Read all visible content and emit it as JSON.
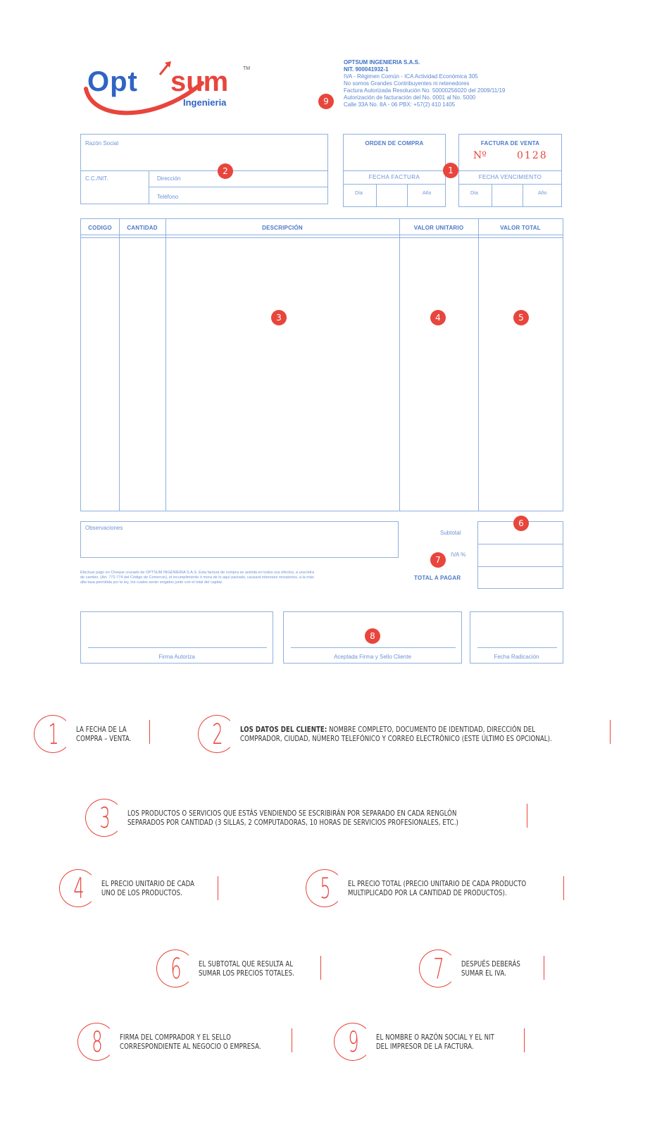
{
  "company": {
    "logo_opt": "Opt",
    "logo_sum": "sum",
    "logo_tm": "TM",
    "logo_sub": "Ingenieria",
    "name": "OPTSUM INGENIERIA S.A.S.",
    "nit": "NIT. 900041932-1",
    "info": [
      "IVA - Régimen Común - ICA Actividad Económica 305",
      "No somos Grandes Contribuyentes ni retenedores",
      "Factura Autorizada Resolución No. 50000256020 del 2009/11/19",
      "Autorización de facturación del No. 0001 al No. 5000",
      "Calle 33A No. 8A - 06 PBX: +57(2) 410 1405"
    ]
  },
  "client": {
    "razon_social": "Razón Social",
    "cc_nit": "C.C./NIT.",
    "direccion": "Dirección",
    "telefono": "Teléfono"
  },
  "order": {
    "orden_compra": "ORDEN DE COMPRA",
    "fecha_factura": "FECHA FACTURA",
    "dia": "Día",
    "ano": "Año"
  },
  "invoice": {
    "title": "FACTURA DE VENTA",
    "no_symbol": "Nº",
    "number": "0128",
    "fecha_vencimiento": "FECHA VENCIMIENTO",
    "dia": "Día",
    "ano": "Año"
  },
  "table": {
    "headers": [
      "CODIGO",
      "CANTIDAD",
      "DESCRIPCIÓN",
      "VALOR UNITARIO",
      "VALOR TOTAL"
    ]
  },
  "bottom": {
    "observaciones": "Observaciones",
    "subtotal": "Subtotal",
    "iva": "IVA %",
    "total": "TOTAL A PAGAR",
    "legal": [
      "Efectuar pago en Cheque cruzado de OPTSUM INGENIERIA S.A.S. Esta factura de compra se asimila en todos sus efectos, a una letra",
      "de cambio. (Art. 772-774 del Código de Comercio), el incumplimiento ó mora de lo aquí pactado, causará intereses moratorios, a la más",
      "alta tasa permitida por la ley, los cuales serán exigidos junto con el total del capital."
    ],
    "firma_autoriza": "Firma Autoriza",
    "aceptada": "Aceptada Firma y Sello Cliente",
    "fecha_radicacion": "Fecha Radicación"
  },
  "badges": [
    "1",
    "2",
    "3",
    "4",
    "5",
    "6",
    "7",
    "8",
    "9"
  ],
  "legend": {
    "l1": {
      "num": "1",
      "text_a": "LA FECHA DE LA",
      "text_b": "COMPRA – VENTA."
    },
    "l2": {
      "num": "2",
      "bold": "LOS DATOS DEL CLIENTE:",
      "text_a": " NOMBRE COMPLETO, DOCUMENTO DE IDENTIDAD, DIRECCIÓN DEL",
      "text_b": "COMPRADOR, CIUDAD, NÚMERO TELEFÓNICO Y CORREO ELECTRÓNICO (ESTE ÚLTIMO ES OPCIONAL)."
    },
    "l3": {
      "num": "3",
      "text_a": "LOS PRODUCTOS O SERVICIOS QUE ESTÁS VENDIENDO SE ESCRIBIRÁN POR SEPARADO EN CADA RENGLÓN",
      "text_b": "SEPARADOS POR CANTIDAD (3 SILLAS, 2 COMPUTADORAS, 10 HORAS DE SERVICIOS PROFESIONALES, ETC.)"
    },
    "l4": {
      "num": "4",
      "text_a": "EL PRECIO UNITARIO DE CADA",
      "text_b": "UNO DE LOS PRODUCTOS."
    },
    "l5": {
      "num": "5",
      "text_a": "EL PRECIO TOTAL (PRECIO UNITARIO DE CADA PRODUCTO",
      "text_b": "MULTIPLICADO POR LA CANTIDAD DE PRODUCTOS)."
    },
    "l6": {
      "num": "6",
      "text_a": "EL SUBTOTAL QUE RESULTA AL",
      "text_b": "SUMAR LOS PRECIOS TOTALES."
    },
    "l7": {
      "num": "7",
      "text_a": "DESPUÉS DEBERÁS",
      "text_b": "SUMAR EL IVA."
    },
    "l8": {
      "num": "8",
      "text_a": "FIRMA DEL COMPRADOR Y EL SELLO",
      "text_b": "CORRESPONDIENTE AL NEGOCIO O EMPRESA."
    },
    "l9": {
      "num": "9",
      "text_a": "EL NOMBRE O RAZÓN SOCIAL Y EL NIT",
      "text_b": "DEL IMPRESOR DE LA FACTURA."
    }
  },
  "colors": {
    "accent": "#e8453c",
    "form_blue": "#3a6fc2",
    "form_line": "#8fb0df"
  }
}
